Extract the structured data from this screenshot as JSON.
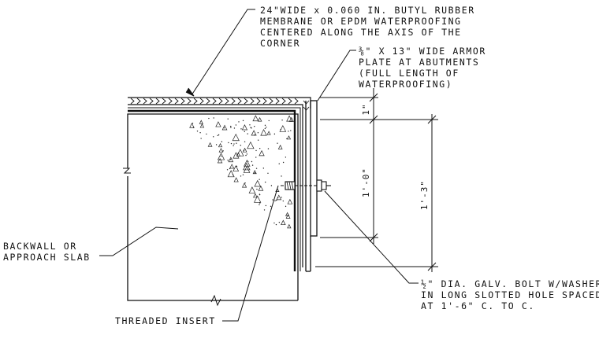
{
  "notes": {
    "membrane": [
      "24\"WIDE x 0.060 IN. BUTYL RUBBER",
      "MEMBRANE OR EPDM WATERPROOFING",
      "CENTERED ALONG THE AXIS OF THE",
      "CORNER"
    ],
    "armor_plate": [
      "⅜\" X 13\" WIDE ARMOR",
      "PLATE AT ABUTMENTS",
      "(FULL LENGTH OF",
      "WATERPROOFING)"
    ],
    "backwall": [
      "BACKWALL OR",
      "APPROACH SLAB"
    ],
    "bolt": [
      "½\" DIA. GALV. BOLT W/WASHER",
      "IN LONG SLOTTED HOLE SPACED",
      "AT 1'-6\" C. TO C."
    ],
    "insert": "THREADED INSERT"
  },
  "dimensions": {
    "top_offset": "1\"",
    "plate_span": "1'-0\"",
    "overall": "1'-3\""
  },
  "colors": {
    "line": "#111111",
    "background": "#ffffff"
  }
}
